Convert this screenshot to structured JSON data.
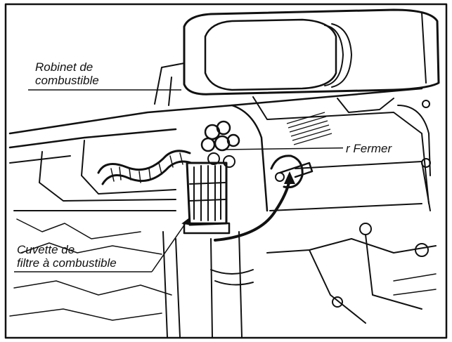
{
  "labels": {
    "valve": [
      "Robinet de",
      "combustible"
    ],
    "close": "Fermer",
    "bowl": [
      "Cuvette de",
      "filtre à combustible"
    ]
  }
}
